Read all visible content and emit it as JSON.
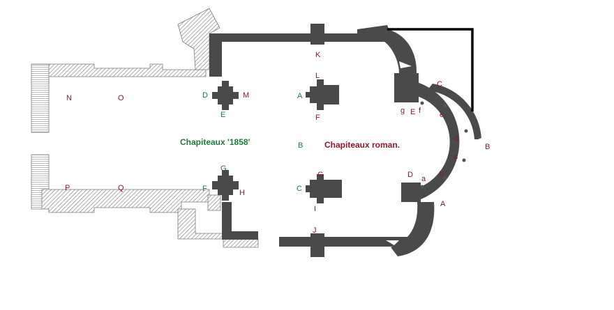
{
  "captions": {
    "left": "Chapiteaux '1858'",
    "right": "Chapiteaux roman."
  },
  "colors": {
    "red_label": "#8b1a2b",
    "green_label": "#1f7a3a",
    "wall": "#4a4a4a",
    "hatch_line": "#7a7a7a",
    "overlay": "#000000"
  },
  "labels": {
    "K": "K",
    "L": "L",
    "A_nave": "A",
    "F_nave": "F",
    "B_nave": "B",
    "C_nave": "C",
    "G_nave": "G",
    "I": "I",
    "J": "J",
    "D_cross": "D",
    "M": "M",
    "E_cross": "E",
    "G_cross": "G",
    "F_cross": "F",
    "H": "H",
    "N": "N",
    "O": "O",
    "P": "P",
    "Q": "Q",
    "C_apse": "C",
    "g": "g",
    "E_apse": "E",
    "f": "f",
    "e": "e",
    "d": "d",
    "c": "c",
    "B_apse": "B",
    "b": "b",
    "a": "a",
    "D_apse": "D",
    "A_apse": "A"
  }
}
